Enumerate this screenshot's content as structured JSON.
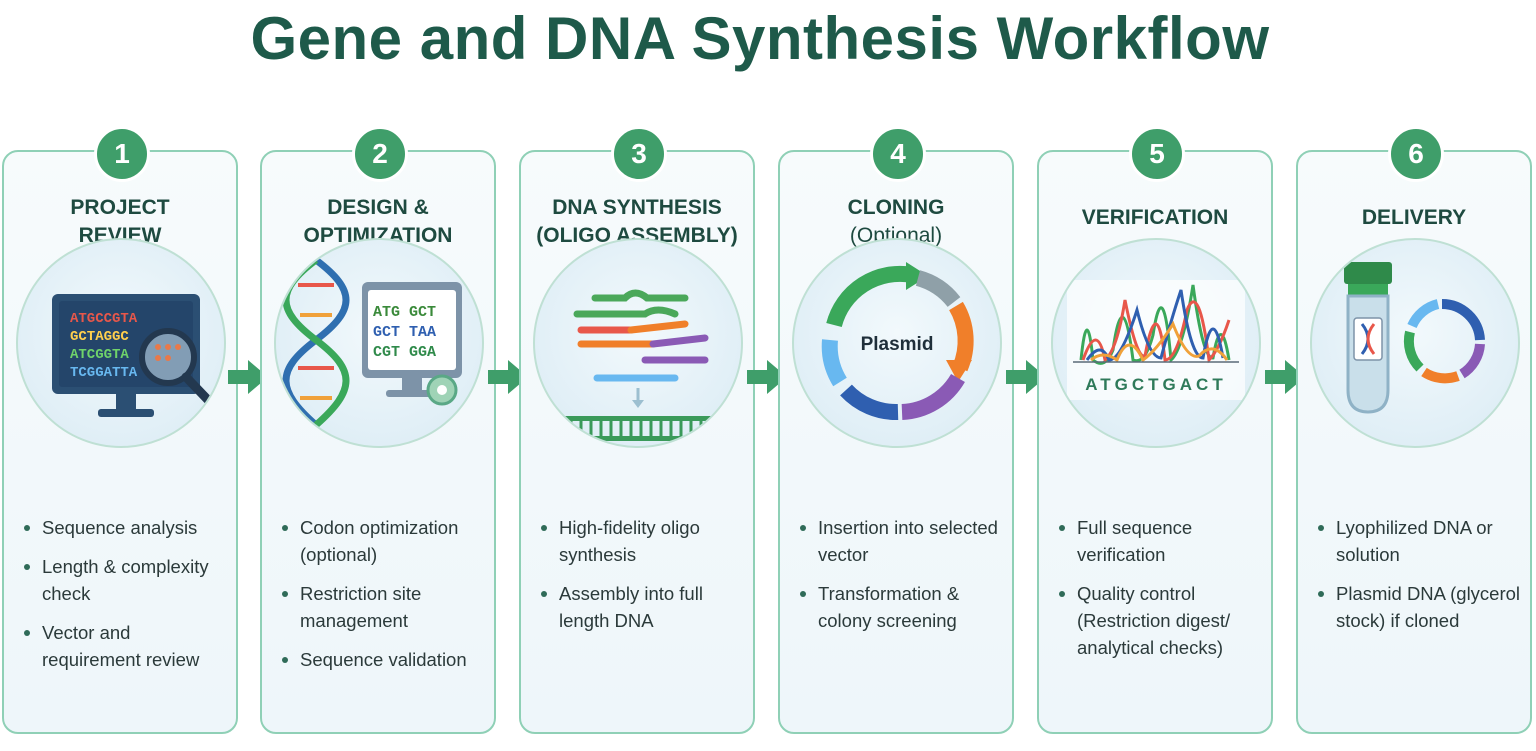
{
  "title": "Gene and DNA Synthesis Workflow",
  "colors": {
    "accent": "#3f9e6a",
    "title": "#1e5a4a",
    "border": "#8fd0b6"
  },
  "steps": [
    {
      "number": "1",
      "heading_line1": "PROJECT",
      "heading_line2": "REVIEW",
      "heading_sub": "",
      "illustration": {
        "icon": "monitor-magnifier-icon",
        "sequence": [
          "ATGCCGTA",
          "GCTAGGC",
          "ATCGGTA",
          "TCGGATTA"
        ]
      },
      "bullets": [
        "Sequence analysis",
        "Length & complexity check",
        "Vector and requirement review"
      ]
    },
    {
      "number": "2",
      "heading_line1": "DESIGN &",
      "heading_line2": "OPTIMIZATION",
      "heading_sub": "",
      "illustration": {
        "icon": "dna-helix-computer-icon",
        "codons": [
          "ATG GCT",
          "GCT TAA",
          "CGT GGA"
        ]
      },
      "bullets": [
        "Codon optimization (optional)",
        "Restriction site management",
        "Sequence validation"
      ]
    },
    {
      "number": "3",
      "heading_line1": "DNA SYNTHESIS",
      "heading_line2": "(OLIGO ASSEMBLY)",
      "heading_sub": "",
      "illustration": {
        "icon": "oligo-assembly-icon"
      },
      "bullets": [
        "High-fidelity oligo synthesis",
        "Assembly into full length DNA"
      ]
    },
    {
      "number": "4",
      "heading_line1": "CLONING",
      "heading_line2": "",
      "heading_sub": "(Optional)",
      "illustration": {
        "icon": "plasmid-icon",
        "label": "Plasmid"
      },
      "bullets": [
        "Insertion into selected vector",
        "Transformation & colony screening"
      ]
    },
    {
      "number": "5",
      "heading_line1": "VERIFICATION",
      "heading_line2": "",
      "heading_sub": "",
      "illustration": {
        "icon": "chromatogram-icon",
        "sequence": "ATGCTGACT"
      },
      "bullets": [
        "Full sequence verification",
        "Quality control (Restriction digest/ analytical checks)"
      ]
    },
    {
      "number": "6",
      "heading_line1": "DELIVERY",
      "heading_line2": "",
      "heading_sub": "",
      "illustration": {
        "icon": "tube-plasmid-icon"
      },
      "bullets": [
        "Lyophilized DNA or solution",
        "Plasmid DNA (glycerol stock) if cloned"
      ]
    }
  ]
}
